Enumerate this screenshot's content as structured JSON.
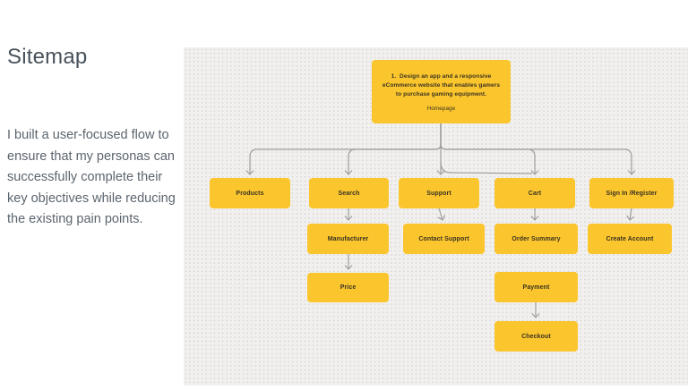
{
  "page": {
    "title": "Sitemap",
    "description": "I built a user-focused flow to ensure that my personas can successfully complete their key objectives while reducing the existing pain points."
  },
  "diagram": {
    "root": {
      "heading": "1.  Design an app and a responsive eCommerce website that enables gamers to purchase gaming equipment.",
      "subtitle": "Homepage"
    },
    "nodes": [
      {
        "id": "products",
        "label": "Products"
      },
      {
        "id": "search",
        "label": "Search"
      },
      {
        "id": "support",
        "label": "Support"
      },
      {
        "id": "cart",
        "label": "Cart"
      },
      {
        "id": "signin",
        "label": "Sign In /Register"
      },
      {
        "id": "manufacturer",
        "label": "Manufacturer"
      },
      {
        "id": "contact-support",
        "label": "Contact Support"
      },
      {
        "id": "order-summary",
        "label": "Order Summary"
      },
      {
        "id": "create-account",
        "label": "Create Account"
      },
      {
        "id": "price",
        "label": "Price"
      },
      {
        "id": "payment",
        "label": "Payment"
      },
      {
        "id": "checkout",
        "label": "Checkout"
      }
    ],
    "edges": [
      {
        "from": "Homepage",
        "to": "Products"
      },
      {
        "from": "Homepage",
        "to": "Search"
      },
      {
        "from": "Homepage",
        "to": "Support"
      },
      {
        "from": "Homepage",
        "to": "Cart"
      },
      {
        "from": "Homepage",
        "to": "Sign In /Register"
      },
      {
        "from": "Search",
        "to": "Manufacturer"
      },
      {
        "from": "Support",
        "to": "Contact Support"
      },
      {
        "from": "Cart",
        "to": "Order Summary"
      },
      {
        "from": "Sign In /Register",
        "to": "Create Account"
      },
      {
        "from": "Manufacturer",
        "to": "Price"
      },
      {
        "from": "Payment",
        "to": "Checkout"
      }
    ]
  },
  "colors": {
    "node_fill": "#fbc62d",
    "connector": "#9e9e9e",
    "canvas_bg": "#f1f0ee",
    "title_text": "#47515b",
    "body_text": "#5b646d"
  }
}
